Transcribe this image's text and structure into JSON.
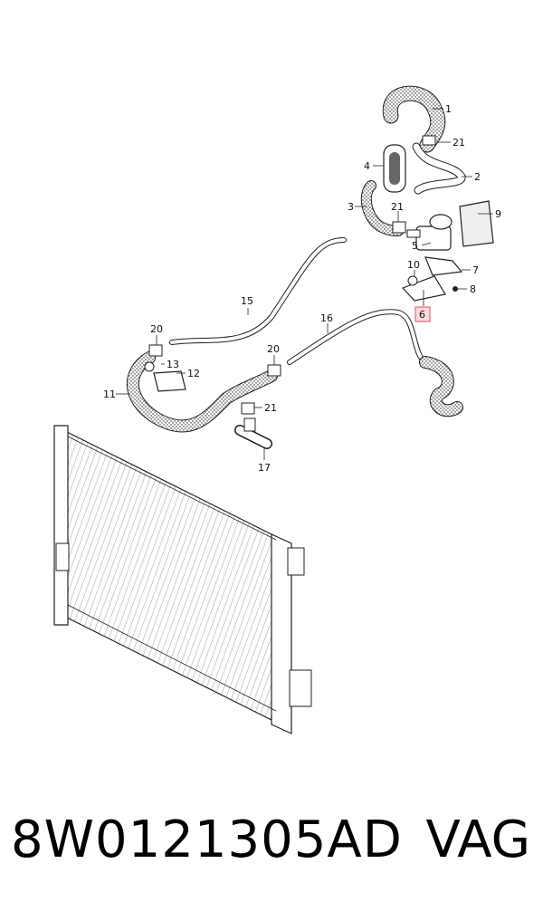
{
  "diagram": {
    "callouts": [
      {
        "id": "c1",
        "label": "1"
      },
      {
        "id": "c2",
        "label": "2"
      },
      {
        "id": "c3",
        "label": "3"
      },
      {
        "id": "c4",
        "label": "4"
      },
      {
        "id": "c5",
        "label": "5"
      },
      {
        "id": "c6",
        "label": "6",
        "highlight": true
      },
      {
        "id": "c7",
        "label": "7"
      },
      {
        "id": "c8",
        "label": "8"
      },
      {
        "id": "c9",
        "label": "9"
      },
      {
        "id": "c10",
        "label": "10"
      },
      {
        "id": "c11",
        "label": "11"
      },
      {
        "id": "c12",
        "label": "12"
      },
      {
        "id": "c13",
        "label": "13"
      },
      {
        "id": "c15",
        "label": "15"
      },
      {
        "id": "c16",
        "label": "16"
      },
      {
        "id": "c17",
        "label": "17"
      },
      {
        "id": "c20a",
        "label": "20"
      },
      {
        "id": "c20b",
        "label": "20"
      },
      {
        "id": "c21a",
        "label": "21"
      },
      {
        "id": "c21b",
        "label": "21"
      },
      {
        "id": "c21c",
        "label": "21"
      }
    ],
    "highlight_color": "#e0506a"
  },
  "footer": {
    "part_number": "8W0121305AD",
    "brand": "VAG"
  }
}
